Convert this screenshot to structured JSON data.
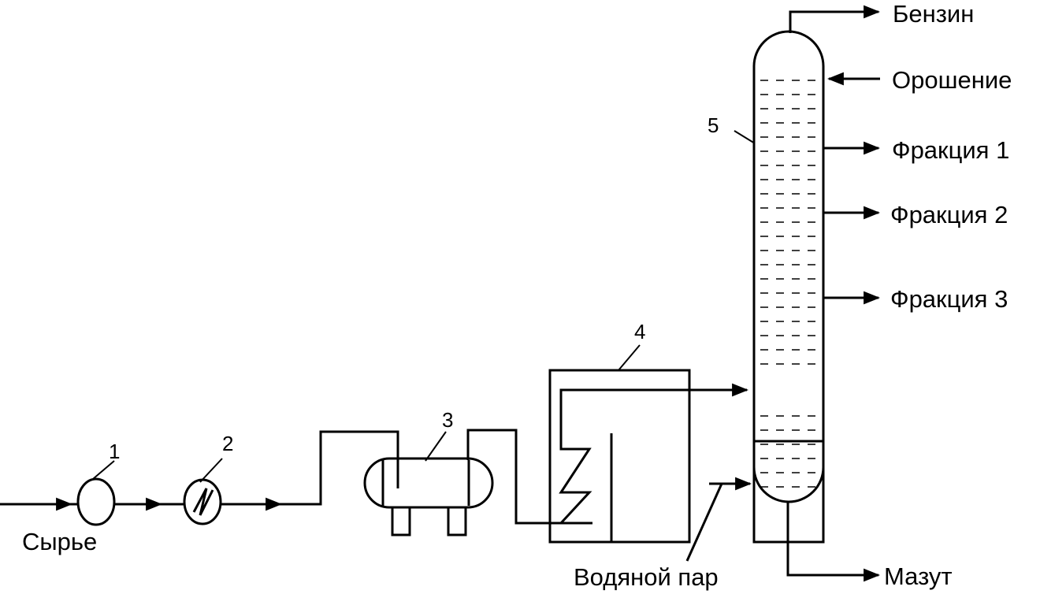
{
  "labels": {
    "feed": "Сырье",
    "gasoline": "Бензин",
    "reflux": "Орошение",
    "fraction1": "Фракция 1",
    "fraction2": "Фракция 2",
    "fraction3": "Фракция 3",
    "steam": "Водяной пар",
    "fuel_oil": "Мазут"
  },
  "numbers": {
    "pump": "1",
    "heat_exchanger": "2",
    "separator": "3",
    "furnace": "4",
    "column": "5"
  },
  "colors": {
    "line": "#000000",
    "background": "#ffffff"
  }
}
